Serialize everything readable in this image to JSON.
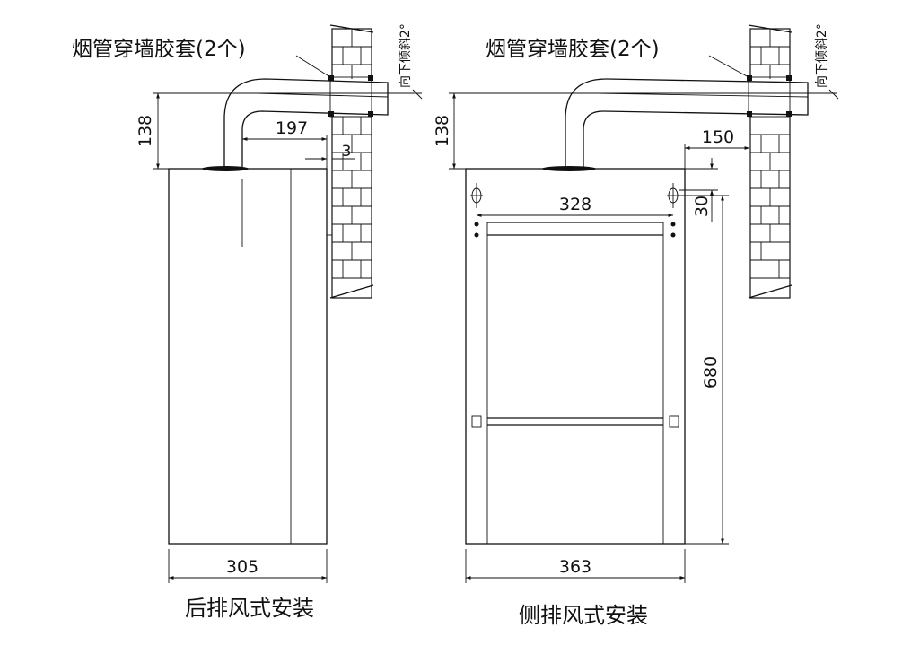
{
  "left_view": {
    "caption": "后排风式安装",
    "sleeve_label": "烟管穿墙胶套(2个)",
    "slope_label": "向下倾斜2°",
    "dim_pipe_height": "138",
    "dim_pipe_offset": "197",
    "dim_gap": "3",
    "dim_width": "305"
  },
  "right_view": {
    "caption": "侧排风式安装",
    "sleeve_label": "烟管穿墙胶套(2个)",
    "slope_label": "向下倾斜2°",
    "dim_pipe_height": "138",
    "dim_side_offset": "150",
    "dim_hole_spacing": "328",
    "dim_hole_drop": "30",
    "dim_height": "680",
    "dim_width": "363"
  }
}
